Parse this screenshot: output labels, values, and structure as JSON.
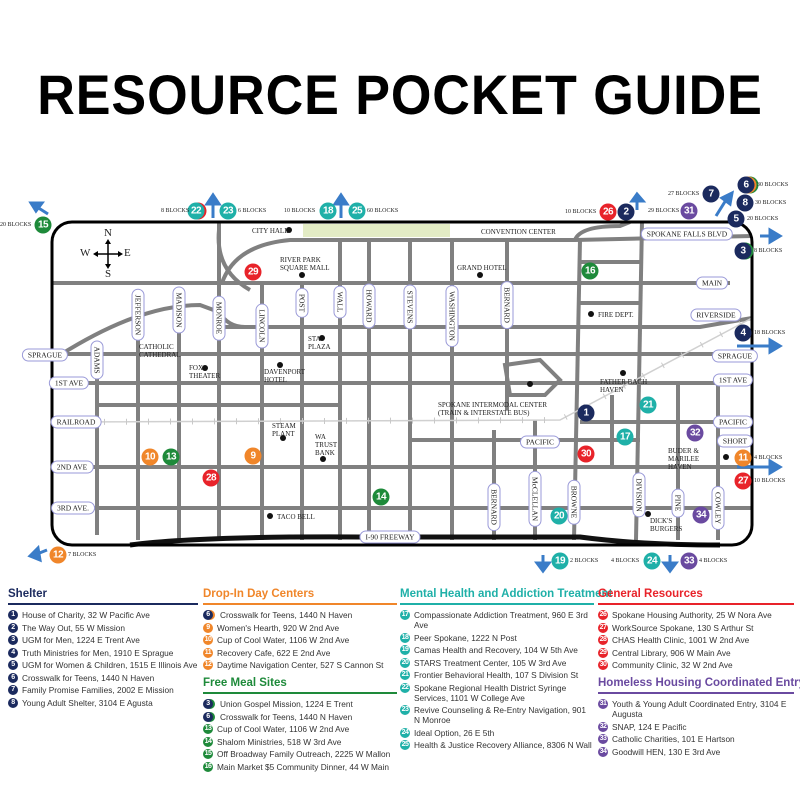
{
  "title": "RESOURCE POCKET GUIDE",
  "colors": {
    "shelter": "#1b2a5e",
    "drop_in": "#f0862a",
    "free_meal": "#1e8a3a",
    "mental_health": "#1fb0a8",
    "general": "#e8232a",
    "housing_entry": "#6a4aa0",
    "street": "#808080",
    "park": "#e3ecc5",
    "arrow": "#3a7cc8"
  },
  "compass": {
    "n": "N",
    "s": "S",
    "e": "E",
    "w": "W"
  },
  "map": {
    "street_labels": [
      "SPRAGUE",
      "1ST AVE",
      "RAILROAD",
      "2ND AVE",
      "3RD AVE.",
      "SPOKANE FALLS BLVD",
      "MAIN",
      "RIVERSIDE",
      "SPRAGUE",
      "1ST AVE",
      "PACIFIC",
      "SHORT",
      "PACIFIC",
      "I-90 FREEWAY",
      "ADAMS",
      "JEFFERSON",
      "MADISON",
      "MONROE",
      "LINCOLN",
      "POST",
      "WALL",
      "HOWARD",
      "STEVENS",
      "WASHINGTON",
      "BERNARD",
      "BERNARD",
      "McCLELLAN",
      "BROWNE",
      "DIVISION",
      "PINE",
      "COWLEY"
    ],
    "landmarks": [
      "CITY HALL",
      "RIVER PARK SQUARE MALL",
      "CONVENTION CENTER",
      "GRAND HOTEL",
      "FIRE DEPT.",
      "CATHOLIC CATHEDRAL",
      "STA PLAZA",
      "FOX THEATER",
      "DAVENPORT HOTEL",
      "FATHER BACH HAVEN",
      "SPOKANE INTERMODAL CENTER (TRAIN & INTERSTATE BUS)",
      "STEAM PLANT",
      "WA TRUST BANK",
      "TACO BELL",
      "DICK'S BURGERS",
      "BUDER & MARILEE HAVEN"
    ],
    "markers": [
      {
        "num": "15",
        "category": "free_meal",
        "blocks": "20 BLOCKS"
      },
      {
        "num": "22",
        "category": "mental_health",
        "blocks": "8 BLOCKS"
      },
      {
        "num": "23",
        "category": "mental_health",
        "blocks": "6 BLOCKS"
      },
      {
        "num": "18",
        "category": "mental_health",
        "blocks": "10 BLOCKS"
      },
      {
        "num": "25",
        "category": "mental_health",
        "blocks": "60 BLOCKS"
      },
      {
        "num": "26",
        "category": "general",
        "blocks": "10 BLOCKS"
      },
      {
        "num": "2",
        "category": "shelter",
        "blocks": ""
      },
      {
        "num": "7",
        "category": "shelter",
        "blocks": "27 BLOCKS"
      },
      {
        "num": "31",
        "category": "housing_entry",
        "blocks": "29 BLOCKS"
      },
      {
        "num": "6",
        "category": "shelter",
        "blocks": "30 BLOCKS"
      },
      {
        "num": "8",
        "category": "shelter",
        "blocks": "30 BLOCKS"
      },
      {
        "num": "5",
        "category": "shelter",
        "blocks": "20 BLOCKS"
      },
      {
        "num": "3",
        "category": "shelter",
        "blocks": "8 BLOCKS"
      },
      {
        "num": "4",
        "category": "shelter",
        "blocks": "18 BLOCKS"
      },
      {
        "num": "29",
        "category": "general",
        "blocks": ""
      },
      {
        "num": "16",
        "category": "free_meal",
        "blocks": ""
      },
      {
        "num": "1",
        "category": "shelter",
        "blocks": ""
      },
      {
        "num": "21",
        "category": "mental_health",
        "blocks": ""
      },
      {
        "num": "17",
        "category": "mental_health",
        "blocks": ""
      },
      {
        "num": "32",
        "category": "housing_entry",
        "blocks": ""
      },
      {
        "num": "30",
        "category": "general",
        "blocks": ""
      },
      {
        "num": "11",
        "category": "drop_in",
        "blocks": "4 BLOCKS"
      },
      {
        "num": "27",
        "category": "general",
        "blocks": "10 BLOCKS"
      },
      {
        "num": "10",
        "category": "drop_in",
        "blocks": ""
      },
      {
        "num": "13",
        "category": "free_meal",
        "blocks": ""
      },
      {
        "num": "9",
        "category": "drop_in",
        "blocks": ""
      },
      {
        "num": "28",
        "category": "general",
        "blocks": ""
      },
      {
        "num": "14",
        "category": "free_meal",
        "blocks": ""
      },
      {
        "num": "20",
        "category": "mental_health",
        "blocks": ""
      },
      {
        "num": "34",
        "category": "housing_entry",
        "blocks": ""
      },
      {
        "num": "12",
        "category": "drop_in",
        "blocks": "7 BLOCKS"
      },
      {
        "num": "19",
        "category": "mental_health",
        "blocks": "2 BLOCKS"
      },
      {
        "num": "24",
        "category": "mental_health",
        "blocks": "4 BLOCKS"
      },
      {
        "num": "33",
        "category": "housing_entry",
        "blocks": "4 BLOCKS"
      }
    ]
  },
  "legend": {
    "shelter": {
      "title": "Shelter",
      "items": [
        {
          "num": "1",
          "text": "House of Charity, 32 W Pacific Ave"
        },
        {
          "num": "2",
          "text": "The Way Out, 55 W Mission"
        },
        {
          "num": "3",
          "text": "UGM for Men, 1224 E Trent Ave"
        },
        {
          "num": "4",
          "text": "Truth Ministries for Men, 1910 E Sprague"
        },
        {
          "num": "5",
          "text": "UGM for Women & Children, 1515 E Illinois Ave"
        },
        {
          "num": "6",
          "text": "Crosswalk for Teens, 1440 N Haven"
        },
        {
          "num": "7",
          "text": "Family Promise Families, 2002 E Mission"
        },
        {
          "num": "8",
          "text": "Young Adult Shelter, 3104 E Agusta"
        }
      ]
    },
    "drop_in": {
      "title": "Drop-In Day Centers",
      "items": [
        {
          "num": "6",
          "text": "Crosswalk for Teens, 1440 N Haven",
          "ring": "shelter"
        },
        {
          "num": "9",
          "text": "Women's Hearth, 920 W 2nd Ave"
        },
        {
          "num": "10",
          "text": "Cup of Cool Water, 1106 W 2nd Ave"
        },
        {
          "num": "11",
          "text": "Recovery Cafe, 622 E 2nd Ave"
        },
        {
          "num": "12",
          "text": "Daytime Navigation Center, 527 S Cannon St"
        }
      ]
    },
    "free_meal": {
      "title": "Free Meal Sites",
      "items": [
        {
          "num": "3",
          "text": "Union Gospel Mission, 1224 E Trent",
          "ring": "shelter"
        },
        {
          "num": "6",
          "text": "Crosswalk for Teens, 1440 N Haven",
          "ring": "shelter"
        },
        {
          "num": "13",
          "text": "Cup of Cool Water, 1106 W 2nd Ave"
        },
        {
          "num": "14",
          "text": "Shalom Ministries, 518 W 3rd Ave"
        },
        {
          "num": "15",
          "text": "Off Broadway Family Outreach, 2225 W Mallon"
        },
        {
          "num": "16",
          "text": "Main Market $5 Community Dinner, 44 W Main"
        }
      ]
    },
    "mental_health": {
      "title": "Mental Health and Addiction Treatment",
      "items": [
        {
          "num": "17",
          "text": "Compassionate Addiction Treatment, 960 E 3rd Ave"
        },
        {
          "num": "18",
          "text": "Peer Spokane, 1222 N Post"
        },
        {
          "num": "19",
          "text": "Camas Health and Recovery, 104 W 5th Ave"
        },
        {
          "num": "20",
          "text": "STARS Treatment Center, 105 W 3rd Ave"
        },
        {
          "num": "21",
          "text": "Frontier Behavioral Health, 107 S Division St"
        },
        {
          "num": "22",
          "text": "Spokane Regional Health District Syringe Services, 1101 W College Ave"
        },
        {
          "num": "23",
          "text": "Revive Counseling & Re-Entry Navigation, 901 N Monroe"
        },
        {
          "num": "24",
          "text": "Ideal Option, 26 E 5th"
        },
        {
          "num": "25",
          "text": "Health & Justice Recovery Alliance, 8306 N Wall"
        }
      ]
    },
    "general": {
      "title": "General Resources",
      "items": [
        {
          "num": "26",
          "text": "Spokane Housing Authority, 25 W Nora Ave"
        },
        {
          "num": "27",
          "text": "WorkSource Spokane, 130 S Arthur St"
        },
        {
          "num": "28",
          "text": "CHAS Health Clinic, 1001 W 2nd Ave"
        },
        {
          "num": "29",
          "text": "Central Library, 906 W Main Ave"
        },
        {
          "num": "30",
          "text": "Community Clinic, 32 W 2nd Ave"
        }
      ]
    },
    "housing_entry": {
      "title": "Homeless Housing Coordinated Entry",
      "items": [
        {
          "num": "31",
          "text": "Youth & Young Adult Coordinated Entry, 3104 E Augusta"
        },
        {
          "num": "32",
          "text": "SNAP, 124 E Pacific"
        },
        {
          "num": "33",
          "text": "Catholic Charities, 101 E Hartson"
        },
        {
          "num": "34",
          "text": "Goodwill HEN, 130 E 3rd Ave"
        }
      ]
    }
  }
}
